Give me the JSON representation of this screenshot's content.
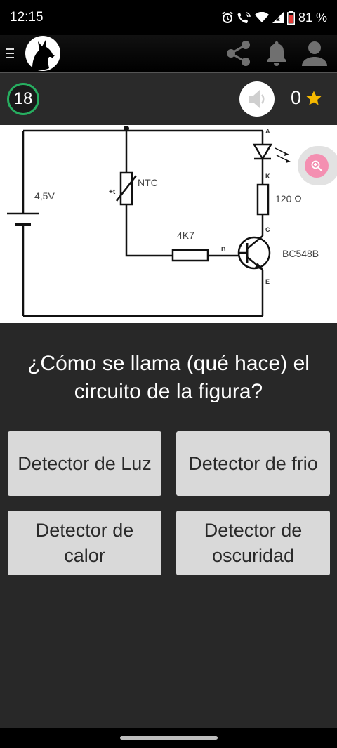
{
  "status_bar": {
    "time": "12:15",
    "battery_text": "81 %",
    "icons": [
      "alarm-icon",
      "wifi-calling-icon",
      "wifi-icon",
      "signal-icon",
      "battery-icon"
    ]
  },
  "app_bar": {
    "icons": [
      "menu-icon",
      "wolf-logo-icon",
      "share-icon",
      "bell-icon",
      "account-icon"
    ]
  },
  "score": {
    "round": "18",
    "points": "0",
    "icons": [
      "volume-icon",
      "star-icon"
    ]
  },
  "figure": {
    "labels": {
      "voltage": "4,5V",
      "ntc": "NTC",
      "resistor_base": "4K7",
      "resistor_led": "120 Ω",
      "transistor": "BC548B",
      "pin_a": "A",
      "pin_k": "K",
      "pin_c": "C",
      "pin_b": "B",
      "pin_e": "E",
      "ntc_sign": "+t"
    },
    "zoom_icon": "zoom-in-icon"
  },
  "question": {
    "text": "¿Cómo se llama (qué hace) el circuito de la figura?"
  },
  "answers": [
    {
      "label": "Detector de Luz"
    },
    {
      "label": "Detector de frio"
    },
    {
      "label": "Detector de calor"
    },
    {
      "label": "Detector de oscuridad"
    }
  ],
  "colors": {
    "background": "#282828",
    "round_ring": "#27ae60",
    "star": "#f5b800",
    "zoom_accent": "#f48fb1",
    "answer_bg": "#d9d9d9"
  }
}
